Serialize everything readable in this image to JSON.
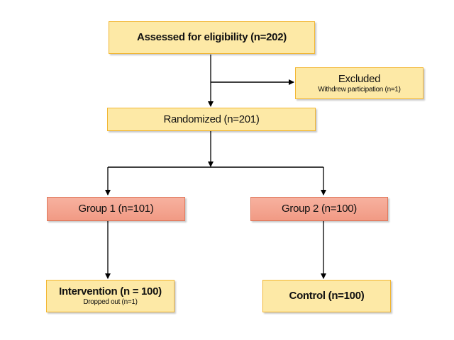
{
  "diagram": {
    "nodes": {
      "assessed": {
        "label": "Assessed for eligibility (n=202)"
      },
      "excluded": {
        "label": "Excluded",
        "detail": "Withdrew participation (n=1)"
      },
      "randomized": {
        "label": "Randomized (n=201)"
      },
      "group1": {
        "label": "Group 1 (n=101)"
      },
      "group2": {
        "label": "Group 2 (n=100)"
      },
      "intervention": {
        "label": "Intervention (n = 100)",
        "detail": "Dropped out (n=1)"
      },
      "control": {
        "label": "Control (n=100)"
      }
    },
    "edges": [
      {
        "from": "assessed",
        "to": "randomized"
      },
      {
        "from": "assessed",
        "to": "excluded"
      },
      {
        "from": "randomized",
        "to": "group1"
      },
      {
        "from": "randomized",
        "to": "group2"
      },
      {
        "from": "group1",
        "to": "intervention"
      },
      {
        "from": "group2",
        "to": "control"
      }
    ],
    "colors": {
      "box_fill": "#fde9a6",
      "box_border": "#f2b632",
      "group_fill": "#f4a58f",
      "group_border": "#e07a5e",
      "line": "#000000"
    }
  }
}
